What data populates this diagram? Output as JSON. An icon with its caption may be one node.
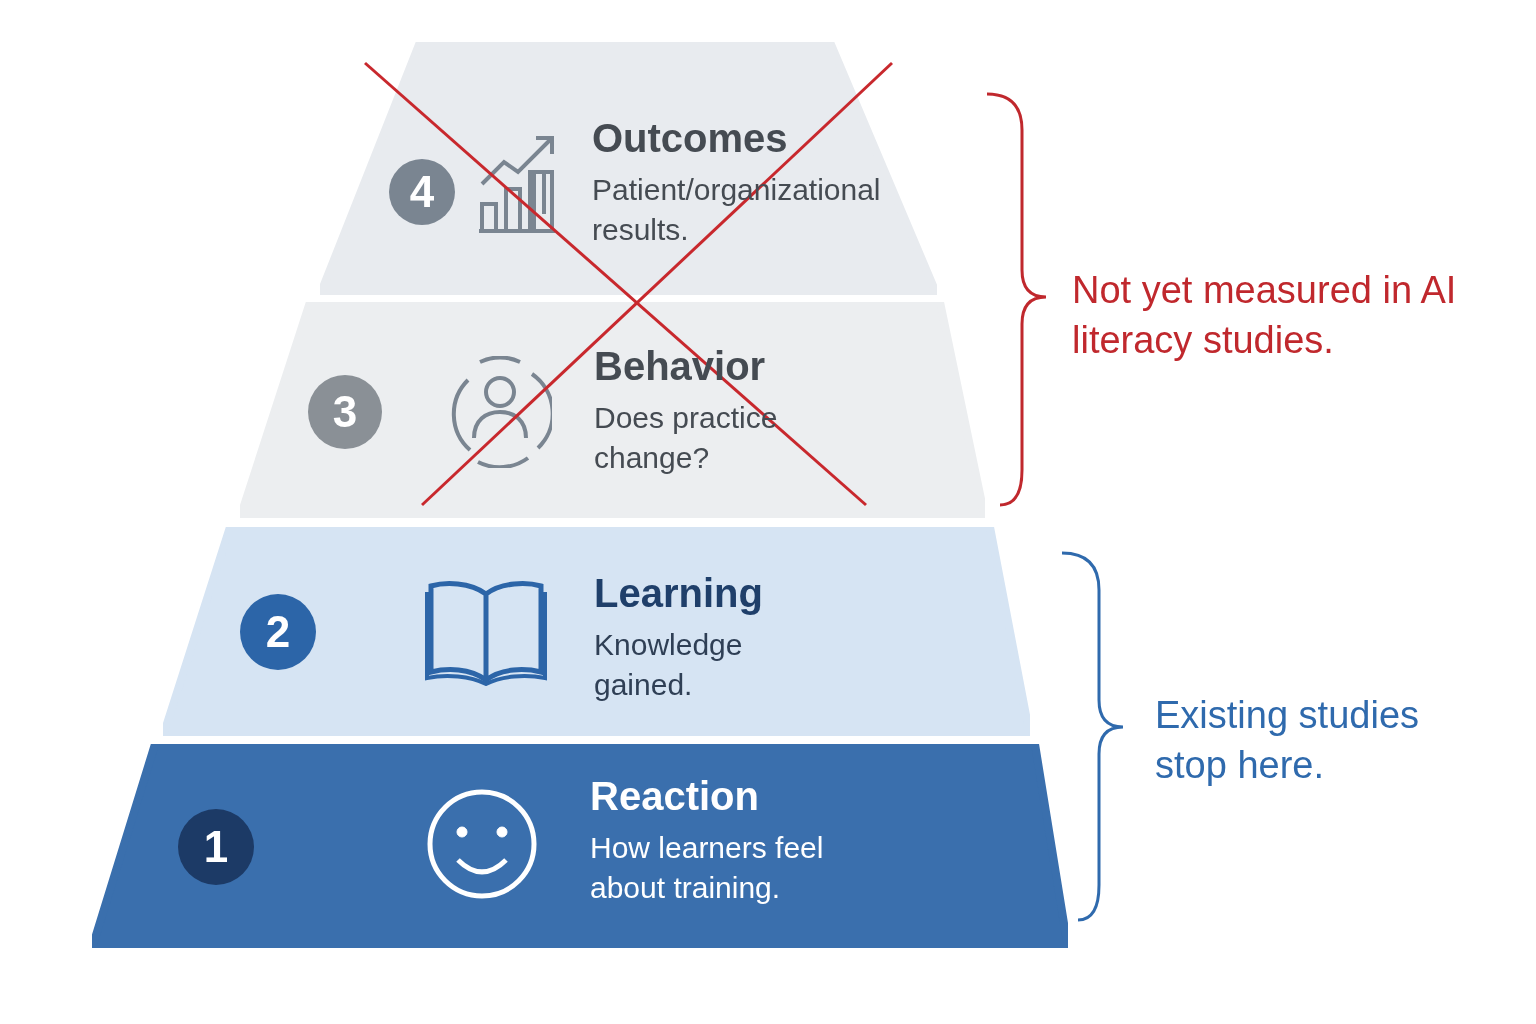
{
  "diagram": {
    "nodes": [
      {
        "text": [
          "Outcomes",
          "Patient/organizational results."
        ]
      },
      {
        "text": [
          "4"
        ],
        "in": 0
      },
      {
        "text": [
          "Behavior",
          "Does practice change?"
        ]
      },
      {
        "text": [
          "3"
        ],
        "in": 2
      },
      {
        "text": [
          "Learning",
          "Knowledge gained."
        ]
      },
      {
        "text": [
          "2"
        ],
        "in": 4
      },
      {
        "text": [
          "Reaction",
          "How learners feel about training."
        ]
      },
      {
        "text": [
          "1"
        ],
        "in": 6
      }
    ],
    "edges": [],
    "labels": [
      "Not yet measured in AI literacy studies.",
      "Existing studies stop here."
    ]
  }
}
